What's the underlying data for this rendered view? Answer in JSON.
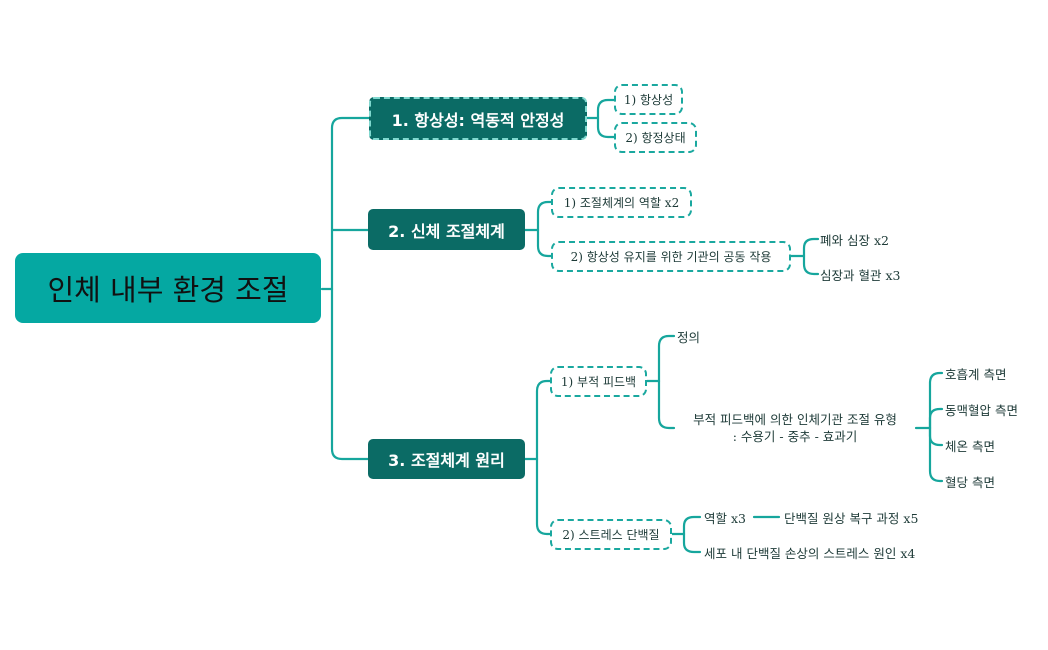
{
  "root": {
    "label": "인체 내부 환경 조절"
  },
  "branches": [
    {
      "label": "1. 항상성: 역동적 안정성",
      "children": [
        {
          "label": "1) 항상성"
        },
        {
          "label": "2) 항정상태"
        }
      ]
    },
    {
      "label": "2. 신체 조절체계",
      "children": [
        {
          "label": "1) 조절체계의 역할 x2"
        },
        {
          "label": "2) 항상성 유지를 위한 기관의 공동 작용",
          "children": [
            {
              "label": "폐와 심장 x2"
            },
            {
              "label": "심장과 혈관 x3"
            }
          ]
        }
      ]
    },
    {
      "label": "3. 조절체계 원리",
      "children": [
        {
          "label": "1) 부적 피드백",
          "children": [
            {
              "label": "정의"
            },
            {
              "label_line1": "부적 피드백에 의한 인체기관 조절 유형",
              "label_line2": ": 수용기 - 중추 - 효과기",
              "children": [
                {
                  "label": "호흡계 측면"
                },
                {
                  "label": "동맥혈압 측면"
                },
                {
                  "label": "체온 측면"
                },
                {
                  "label": "혈당 측면"
                }
              ]
            }
          ]
        },
        {
          "label": "2) 스트레스 단백질",
          "children": [
            {
              "label": "역할 x3",
              "children": [
                {
                  "label": "단백질 원상 복구 과정 x5"
                }
              ]
            },
            {
              "label": "세포 내 단백질 손상의 스트레스 원인 x4"
            }
          ]
        }
      ]
    }
  ],
  "colors": {
    "root": "#05a8a2",
    "main": "#0b6b65",
    "line": "#16a69d",
    "border": "#1aa89f"
  }
}
